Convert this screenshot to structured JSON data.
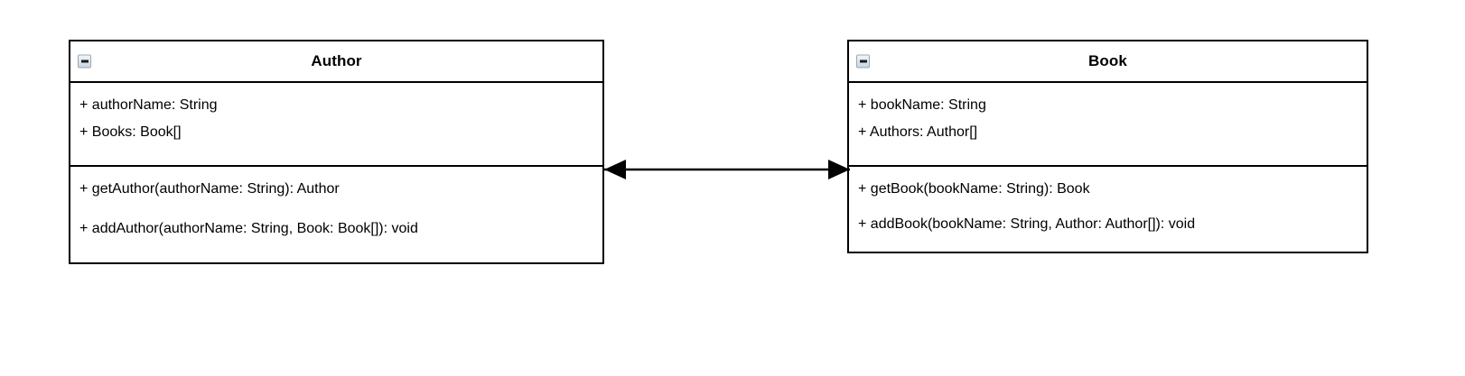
{
  "diagram": {
    "type": "uml-class-diagram",
    "background_color": "#ffffff",
    "line_color": "#000000"
  },
  "classes": [
    {
      "name": "Author",
      "collapse_icon": "collapse-minus-icon",
      "attributes": [
        "+ authorName: String",
        "+ Books: Book[]"
      ],
      "methods": [
        "+ getAuthor(authorName: String): Author",
        "+ addAuthor(authorName: String, Book: Book[]): void"
      ]
    },
    {
      "name": "Book",
      "collapse_icon": "collapse-minus-icon",
      "attributes": [
        "+ bookName: String",
        "+ Authors: Author[]"
      ],
      "methods": [
        "+ getBook(bookName: String): Book",
        "+ addBook(bookName: String, Author: Author[]): void"
      ]
    }
  ],
  "relationship": {
    "kind": "bidirectional-association",
    "source": "Author",
    "target": "Book",
    "source_arrow": "filled-triangle-arrowhead",
    "target_arrow": "filled-triangle-arrowhead",
    "label": ""
  }
}
